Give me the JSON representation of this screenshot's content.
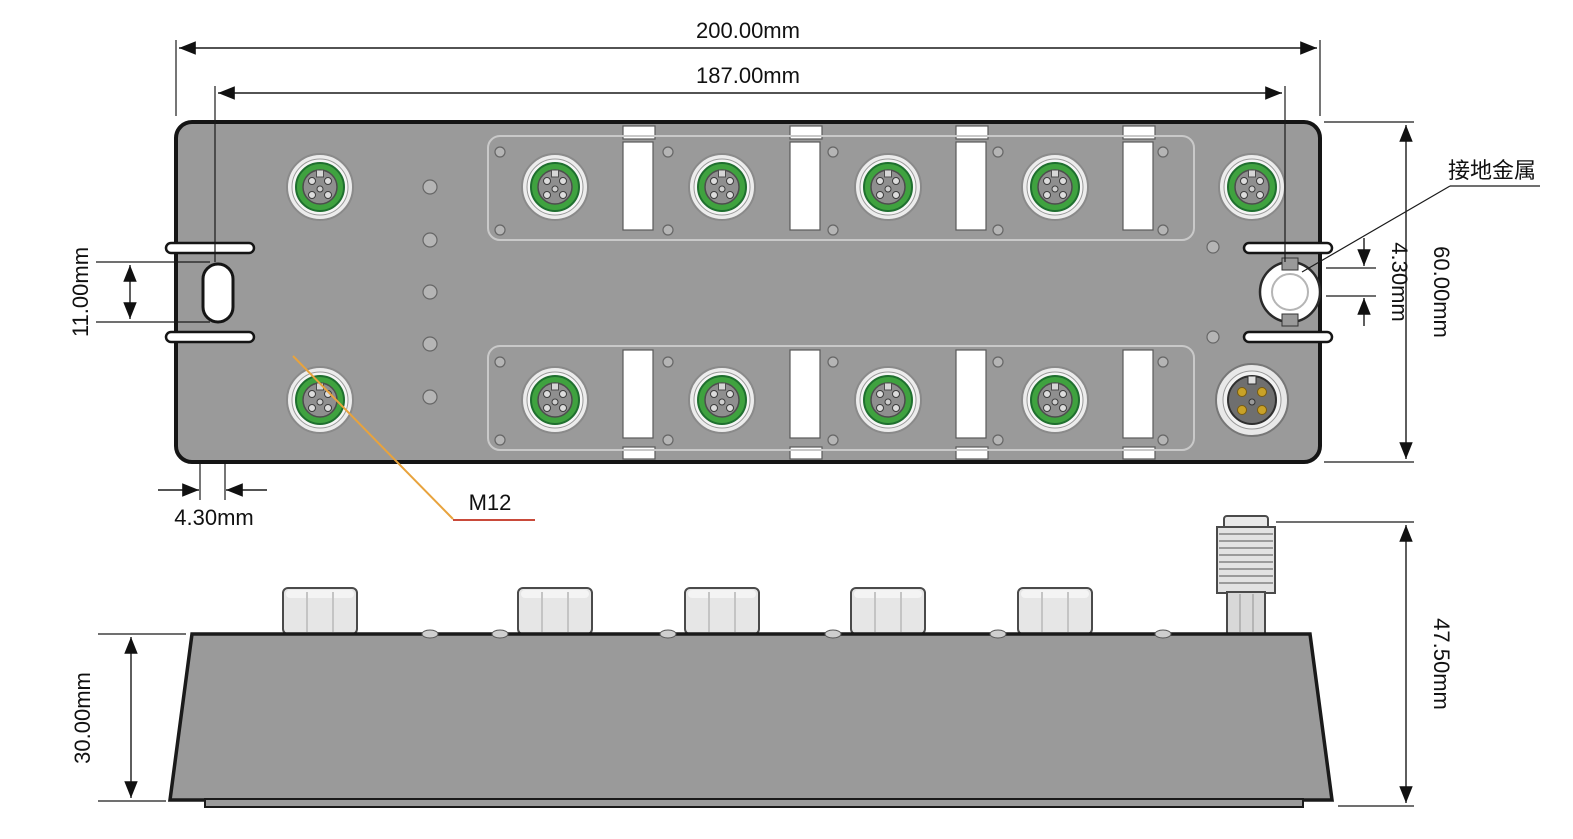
{
  "labels": {
    "overall_width": "200.00mm",
    "mount_span": "187.00mm",
    "slot_length": "11.00mm",
    "slot_edge_offset": "4.30mm",
    "body_height": "60.00mm",
    "ground_offset": "4.30mm",
    "ground_metal": "接地金属",
    "connector_type": "M12",
    "side_body_height": "30.00mm",
    "side_total_height": "47.50mm"
  },
  "colors": {
    "body_gray": "#9a9a9a",
    "connector_green": "#3fa23f",
    "leader_orange": "#e8a33d",
    "underline_red": "#c94a3a",
    "pin_gold": "#c9a227"
  }
}
